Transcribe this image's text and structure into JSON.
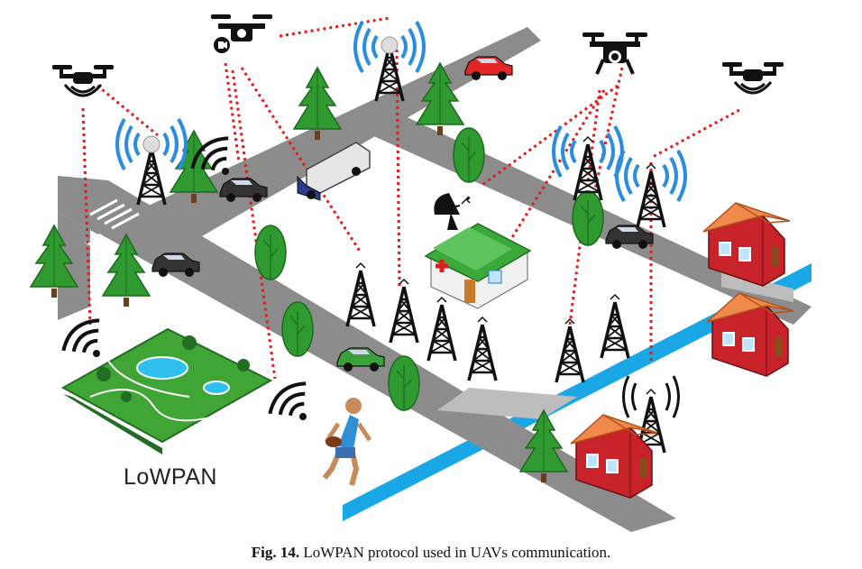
{
  "diagram": {
    "network_label": "LoWPAN",
    "caption": {
      "figure_number": "Fig. 14.",
      "text": "LoWPAN protocol used in UAVs communication."
    },
    "colors": {
      "road": "#8c8c8c",
      "river": "#19a7e6",
      "link": "#e21b1b",
      "tree": "#2f9a2f",
      "house_roof": "#e8793b",
      "house_wall": "#c8232a",
      "clinic_roof": "#3aa93a",
      "signal": "#2a8de0"
    },
    "icons": [
      "drone-icon",
      "camera-drone-icon",
      "radio-tower-icon",
      "wifi-icon",
      "satellite-dish-icon",
      "clinic-icon",
      "house-icon",
      "car-icon",
      "truck-icon",
      "tree-icon",
      "runner-icon",
      "park-icon"
    ]
  }
}
